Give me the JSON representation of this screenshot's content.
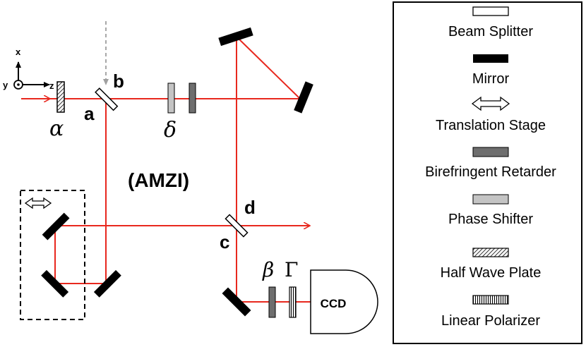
{
  "colors": {
    "beam": "#e8281e",
    "mirror": "#000000",
    "retarder": "#6e6e6e",
    "phase_shifter": "#c4c4c4",
    "dashed_input": "#a8a8a8"
  },
  "axes": {
    "x": "x",
    "y": "y",
    "z": "z"
  },
  "points": {
    "a": "a",
    "b": "b",
    "c": "c",
    "d": "d"
  },
  "greek": {
    "alpha": "α",
    "delta": "δ",
    "beta": "β",
    "gamma": "Γ"
  },
  "center_label": "(AMZI)",
  "detector": "CCD",
  "legend": {
    "items": [
      {
        "label": "Beam Splitter",
        "icon": "beam-splitter-icon"
      },
      {
        "label": "Mirror",
        "icon": "mirror-icon"
      },
      {
        "label": "Translation Stage",
        "icon": "translation-stage-icon"
      },
      {
        "label": "Birefringent Retarder",
        "icon": "birefringent-retarder-icon"
      },
      {
        "label": "Phase Shifter",
        "icon": "phase-shifter-icon"
      },
      {
        "label": "Half Wave Plate",
        "icon": "half-wave-plate-icon"
      },
      {
        "label": "Linear Polarizer",
        "icon": "linear-polarizer-icon"
      }
    ]
  }
}
